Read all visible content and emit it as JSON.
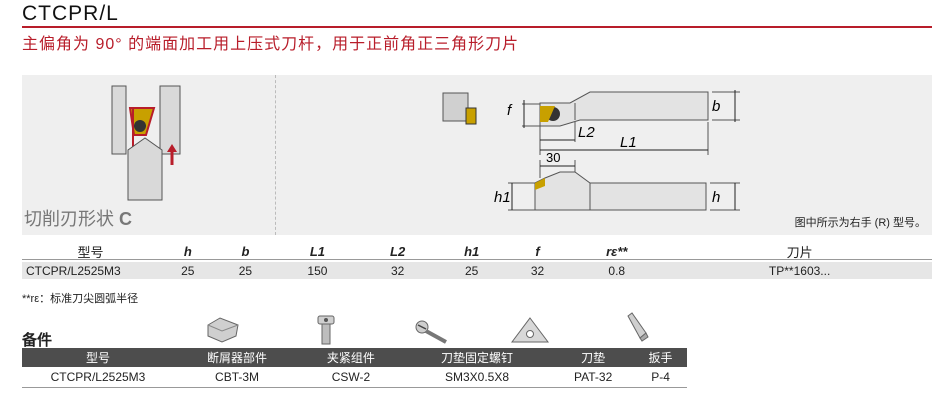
{
  "header": {
    "code": "CTCPR/L",
    "subtitle": "主偏角为 90° 的端面加工用上压式刀杆，用于正前角正三角形刀片"
  },
  "figure": {
    "left_label_prefix": "切削刃形状",
    "left_label_letter": "C",
    "note": "图中所示为右手 (R) 型号。",
    "dims": {
      "f": "f",
      "b": "b",
      "l2": "L2",
      "l1": "L1",
      "thirty": "30",
      "h1": "h1",
      "h": "h"
    }
  },
  "spec_table": {
    "headers": [
      "型号",
      "h",
      "b",
      "L1",
      "L2",
      "h1",
      "f",
      "rε**",
      "刀片"
    ],
    "rows": [
      [
        "CTCPR/L2525M3",
        "25",
        "25",
        "150",
        "32",
        "25",
        "32",
        "0.8",
        "TP**1603..."
      ]
    ]
  },
  "footnote": "**rε：标准刀尖圆弧半径",
  "accessories": {
    "title": "备件",
    "headers": [
      "型号",
      "断屑器部件",
      "夹紧组件",
      "刀垫固定螺钉",
      "刀垫",
      "扳手"
    ],
    "rows": [
      [
        "CTCPR/L2525M3",
        "CBT-3M",
        "CSW-2",
        "SM3X0.5X8",
        "PAT-32",
        "P-4"
      ]
    ],
    "icons": [
      "chipbreaker-icon",
      "clamp-set-icon",
      "shim-screw-icon",
      "shim-icon",
      "wrench-icon"
    ]
  }
}
